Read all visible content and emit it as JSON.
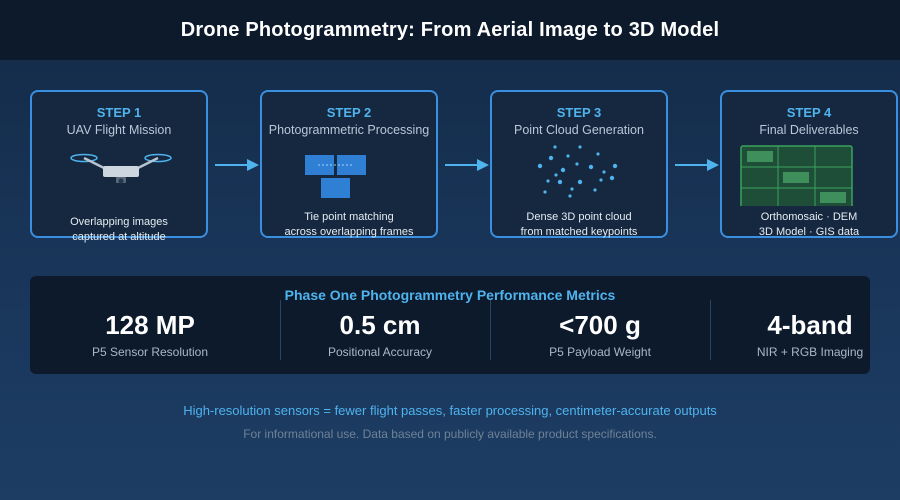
{
  "header": {
    "title": "Drone Photogrammetry: From Aerial Image to 3D Model"
  },
  "steps": [
    {
      "num": "STEP 1",
      "title": "UAV Flight Mission",
      "desc": [
        "Overlapping images",
        "captured at altitude"
      ],
      "icon": "drone-icon"
    },
    {
      "num": "STEP 2",
      "title": "Photogrammetric Processing",
      "desc": [
        "Tie point matching",
        "across overlapping frames"
      ],
      "icon": "image-tiles-icon"
    },
    {
      "num": "STEP 3",
      "title": "Point Cloud Generation",
      "desc": [
        "Dense 3D point cloud",
        "from matched keypoints"
      ],
      "icon": "point-cloud-icon"
    },
    {
      "num": "STEP 4",
      "title": "Final Deliverables",
      "desc": [
        "Orthomosaic · DEM",
        "3D Model · GIS data"
      ],
      "icon": "map-grid-icon"
    }
  ],
  "metrics": {
    "title": "Phase One Photogrammetry Performance Metrics",
    "items": [
      {
        "value": "128 MP",
        "label": "P5 Sensor Resolution"
      },
      {
        "value": "0.5 cm",
        "label": "Positional Accuracy"
      },
      {
        "value": "<700 g",
        "label": "P5 Payload Weight"
      },
      {
        "value": "4-band",
        "label": "NIR + RGB Imaging"
      }
    ]
  },
  "tagline": "High-resolution sensors = fewer flight passes, faster processing, centimeter-accurate outputs",
  "disclaimer": "For informational use. Data based on publicly available product specifications.",
  "colors": {
    "accent": "#4fb3ee",
    "border": "#3b8fe0",
    "header_bg": "#0d1a2c",
    "panel_bg": "#0c1a2c",
    "map_green": "#3aa35e"
  }
}
